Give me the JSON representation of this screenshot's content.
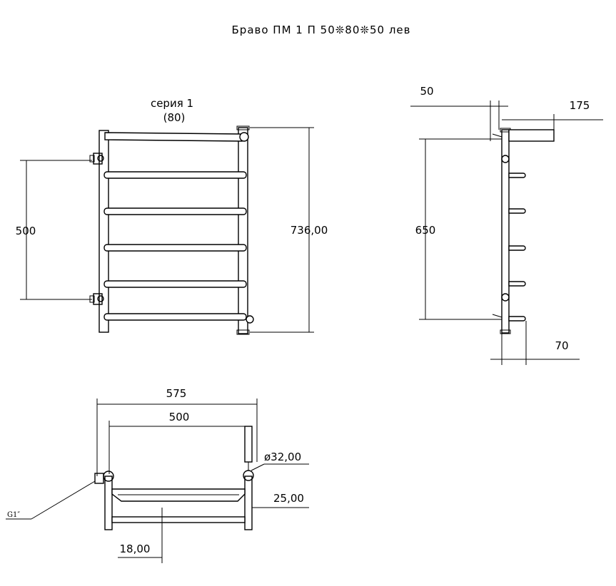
{
  "title": "Браво ПМ 1 П 50❊80❊50 лев",
  "front_view": {
    "series_line1": "серия 1",
    "series_line2": "(80)",
    "dim_connection": "500",
    "dim_height": "736,00"
  },
  "side_view": {
    "dim_offset": "50",
    "dim_depth": "175",
    "dim_height": "650",
    "dim_bottom": "70"
  },
  "top_view": {
    "dim_width_outer": "575",
    "dim_width_inner": "500",
    "dim_pipe_diameter": "ø32,00",
    "dim_bar_gap": "25,00",
    "dim_bar_offset": "18,00",
    "thread_label": "G1″"
  }
}
